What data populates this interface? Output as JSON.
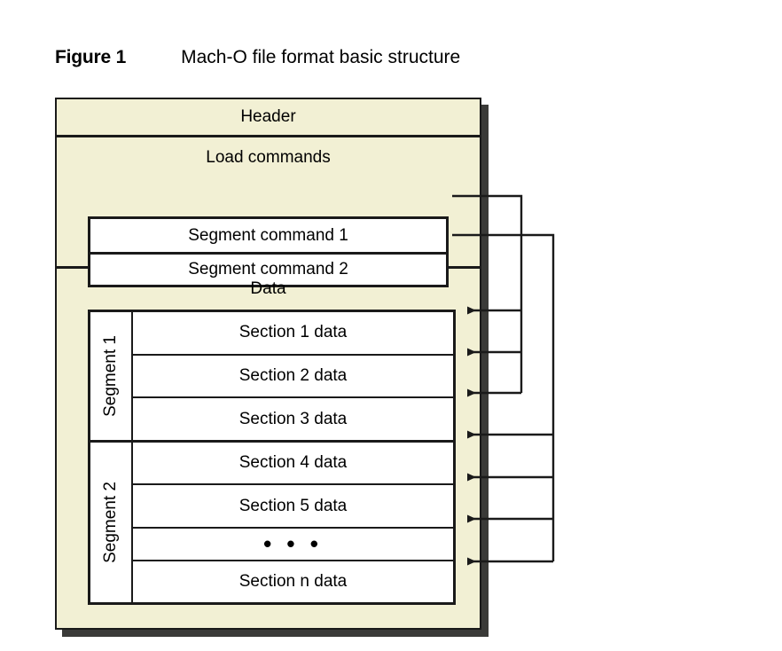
{
  "caption": {
    "figure_label": "Figure 1",
    "title": "Mach-O file format basic structure"
  },
  "colors": {
    "box_fill": "#F2F0D4",
    "inner_fill": "#FFFFFF",
    "stroke": "#1A1A1A",
    "shadow": "#3A3A38",
    "page_background": "#FFFFFF"
  },
  "diagram": {
    "header": {
      "label": "Header"
    },
    "load_commands": {
      "label": "Load commands",
      "commands": [
        {
          "label": "Segment command 1"
        },
        {
          "label": "Segment command 2"
        }
      ]
    },
    "data": {
      "label": "Data",
      "segments": [
        {
          "label": "Segment 1",
          "sections": [
            {
              "label": "Section 1 data"
            },
            {
              "label": "Section 2 data"
            },
            {
              "label": "Section 3 data"
            }
          ]
        },
        {
          "label": "Segment 2",
          "sections": [
            {
              "label": "Section 4 data"
            },
            {
              "label": "Section 5 data"
            },
            {
              "label": "• • •"
            },
            {
              "label": "Section n data"
            }
          ]
        }
      ]
    },
    "connectors": {
      "description": "Segment command 1 points to Section 1-3 data; Segment command 2 points to Section 4, 5, ellipsis and Section n data",
      "arrow_direction": "left"
    }
  }
}
